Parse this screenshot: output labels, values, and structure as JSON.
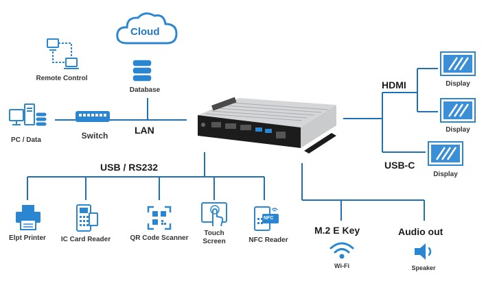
{
  "labels": {
    "cloud": "Cloud",
    "database": "Database",
    "remote_control": "Remote Control",
    "pc_data": "PC / Data",
    "switch": "Switch",
    "lan": "LAN",
    "usb_rs232": "USB / RS232",
    "hdmi": "HDMI",
    "usbc": "USB-C",
    "display_1": "Display",
    "display_2": "Display",
    "display_3": "Display",
    "elpt_printer": "Elpt Printer",
    "ic_card_reader": "IC Card Reader",
    "qr_code_scanner": "QR Code Scanner",
    "touch_screen_line1": "Touch",
    "touch_screen_line2": "Screen",
    "nfc_reader": "NFC Reader",
    "nfc_badge": "NFC",
    "m2_e_key": "M.2 E Key",
    "wifi": "Wi-Fi",
    "audio_out": "Audio out",
    "speaker": "Speaker"
  },
  "colors": {
    "line": "#1f6fb4",
    "accent": "#2a86d0",
    "cloud_text": "#1f78c8",
    "display_screen": "#3a8fd6",
    "device_body": "#c9cbcd",
    "device_front": "#1c1c1c"
  },
  "icons": [
    "cloud-icon",
    "database-icon",
    "remote-control-icon",
    "pc-data-icon",
    "switch-icon",
    "display-icon",
    "printer-icon",
    "ic-card-reader-icon",
    "qr-code-icon",
    "touch-screen-icon",
    "nfc-reader-icon",
    "wifi-icon",
    "speaker-icon",
    "mini-pc-icon"
  ]
}
